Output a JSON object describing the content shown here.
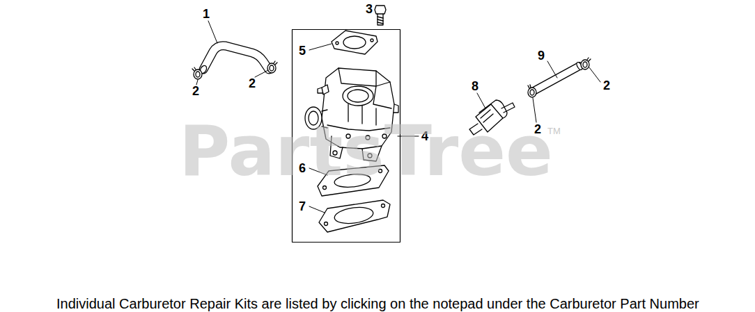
{
  "diagram": {
    "caption": "Individual Carburetor Repair Kits are listed by clicking on the notepad under the Carburetor Part Number",
    "labels": [
      "1",
      "2",
      "2",
      "3",
      "5",
      "4",
      "6",
      "7",
      "8",
      "9",
      "2",
      "2",
      "PartsTree",
      "TM"
    ]
  }
}
